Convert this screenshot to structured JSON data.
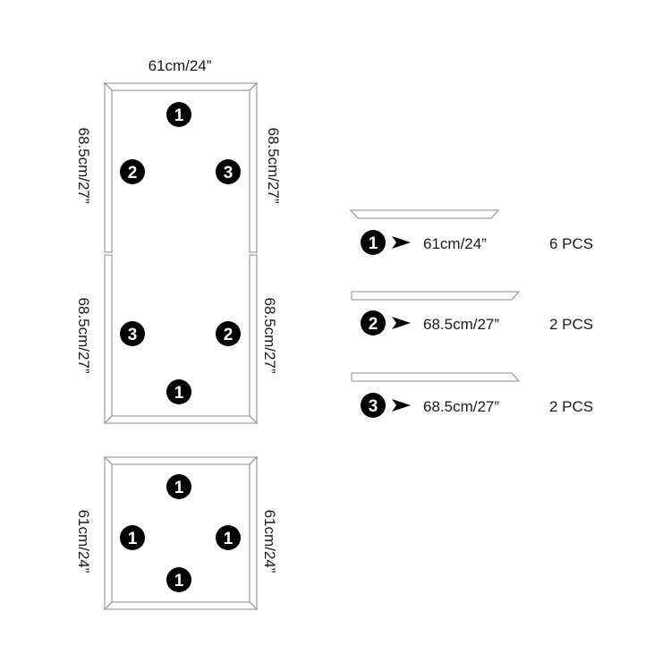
{
  "frame_top": {
    "top_label": "61cm/24”",
    "left_label": "68.5cm/27”",
    "right_label": "68.5cm/27”",
    "badges": {
      "top": "1",
      "left": "2",
      "right": "3"
    }
  },
  "frame_middle": {
    "left_label": "68.5cm/27”",
    "right_label": "68.5cm/27”",
    "badges": {
      "left": "3",
      "right": "2",
      "bottom": "1"
    }
  },
  "frame_square": {
    "left_label": "61cm/24”",
    "right_label": "61cm/24”",
    "badges": {
      "top": "1",
      "left": "1",
      "right": "1",
      "bottom": "1"
    }
  },
  "parts": [
    {
      "number": "1",
      "length": "61cm/24”",
      "quantity": "6 PCS"
    },
    {
      "number": "2",
      "length": "68.5cm/27”",
      "quantity": "2 PCS"
    },
    {
      "number": "3",
      "length": "68.5cm/27”",
      "quantity": "2 PCS"
    }
  ]
}
